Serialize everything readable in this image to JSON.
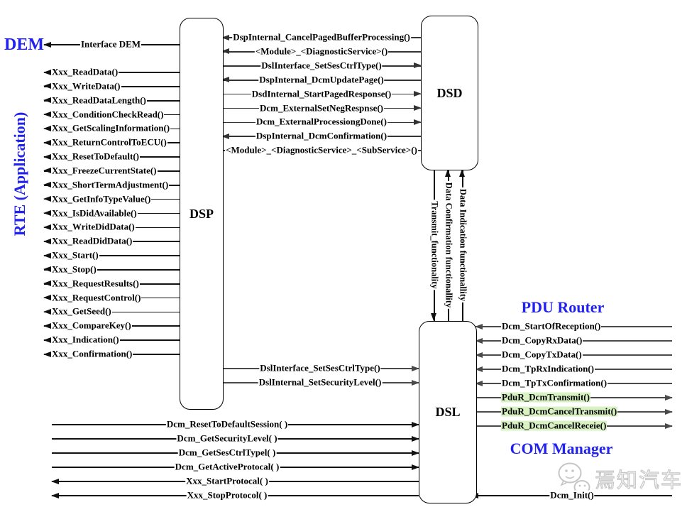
{
  "titles": {
    "dem": "DEM",
    "rte": "RTE (Application)",
    "pdu_router": "PDU Router",
    "com_manager": "COM Manager"
  },
  "boxes": {
    "dsp": "DSP",
    "dsd": "DSD",
    "dsl": "DSL"
  },
  "colors": {
    "title_blue": "#2222ee",
    "highlight_green": "#d9f2c4"
  },
  "dem_links": [
    {
      "label": "Interface DEM",
      "dir": "left"
    }
  ],
  "rte_calls": [
    {
      "label": "Xxx_ReadData()",
      "dir": "left"
    },
    {
      "label": "Xxx_WriteData()",
      "dir": "left"
    },
    {
      "label": "Xxx_ReadDataLength()",
      "dir": "left"
    },
    {
      "label": "Xxx_ConditionCheckRead()",
      "dir": "left"
    },
    {
      "label": "Xxx_GetScalingInformation()",
      "dir": "left"
    },
    {
      "label": "Xxx_ReturnControlToECU()",
      "dir": "left"
    },
    {
      "label": "Xxx_ResetToDefault()",
      "dir": "left"
    },
    {
      "label": "Xxx_FreezeCurrentState()",
      "dir": "left"
    },
    {
      "label": "Xxx_ShortTermAdjustment()",
      "dir": "left"
    },
    {
      "label": "Xxx_GetInfoTypeValue()",
      "dir": "left"
    },
    {
      "label": "Xxx_IsDidAvailable()",
      "dir": "left"
    },
    {
      "label": "Xxx_WriteDidData()",
      "dir": "left"
    },
    {
      "label": "Xxx_ReadDidData()",
      "dir": "left"
    },
    {
      "label": "Xxx_Start()",
      "dir": "left"
    },
    {
      "label": "Xxx_Stop()",
      "dir": "left"
    },
    {
      "label": "Xxx_RequestResults()",
      "dir": "left"
    },
    {
      "label": "Xxx_RequestControl()",
      "dir": "left"
    },
    {
      "label": "Xxx_GetSeed()",
      "dir": "left"
    },
    {
      "label": "Xxx_CompareKey()",
      "dir": "left"
    },
    {
      "label": "Xxx_Indication()",
      "dir": "left"
    },
    {
      "label": "Xxx_Confirmation()",
      "dir": "left"
    }
  ],
  "dsp_dsd_calls": [
    {
      "label": "DspInternal_CancelPagedBufferProcessing()",
      "dir": "left"
    },
    {
      "label": "<Module>_<DiagnosticService>()",
      "dir": "left"
    },
    {
      "label": "DslInterface_SetSesCtrlType()",
      "dir": "right"
    },
    {
      "label": "DspInternal_DcmUpdatePage()",
      "dir": "left"
    },
    {
      "label": "DsdInternal_StartPagedResponse()",
      "dir": "right"
    },
    {
      "label": "Dcm_ExternalSetNegRespnse()",
      "dir": "right"
    },
    {
      "label": "Dcm_ExternalProcessiongDone()",
      "dir": "right"
    },
    {
      "label": "DspInternal_DcmConfirmation()",
      "dir": "left"
    },
    {
      "label": "<Module>_<DiagnosticService>_<SubService>()",
      "dir": "none"
    }
  ],
  "dsd_dsl_links": [
    {
      "label": "Transmit_functionality",
      "dir": "down"
    },
    {
      "label": "Data Confirmation functionallity",
      "dir": "up"
    },
    {
      "label": "Data Indication functionallity",
      "dir": "up"
    }
  ],
  "dsp_dsl_calls": [
    {
      "label": "DslInterface_SetSesCtrlType()",
      "dir": "right"
    },
    {
      "label": "DslInternal_SetSecurityLevel()",
      "dir": "right"
    }
  ],
  "bottom_calls": [
    {
      "label": "Dcm_ResetToDefaultSession( )",
      "dir": "right"
    },
    {
      "label": "Dcm_GetSecurityLevel( )",
      "dir": "right"
    },
    {
      "label": "Dcm_GetSesCtrlTypel( )",
      "dir": "right"
    },
    {
      "label": "Dcm_GetActiveProtocal( )",
      "dir": "right"
    },
    {
      "label": "Xxx_StartProtocal( )",
      "dir": "left"
    },
    {
      "label": "Xxx_StopProtocol( )",
      "dir": "left"
    }
  ],
  "pdu_calls": [
    {
      "label": "Dcm_StartOfReception()",
      "dir": "left"
    },
    {
      "label": "Dcm_CopyRxData()",
      "dir": "left"
    },
    {
      "label": "Dcm_CopyTxData()",
      "dir": "left"
    },
    {
      "label": "Dcm_TpRxIndication()",
      "dir": "left"
    },
    {
      "label": "Dcm_TpTxConfirmation()",
      "dir": "left"
    },
    {
      "label": "PduR_DcmTransmit()",
      "dir": "right",
      "highlight": true
    },
    {
      "label": "PduR_DcmCancelTransmit()",
      "dir": "right",
      "highlight": true
    },
    {
      "label": "PduR_DcmCancelReceie()",
      "dir": "right",
      "highlight": true
    }
  ],
  "com_calls": [
    {
      "label": "Dcm_Init()",
      "dir": "left"
    }
  ],
  "watermark": {
    "text": "焉知汽车"
  }
}
